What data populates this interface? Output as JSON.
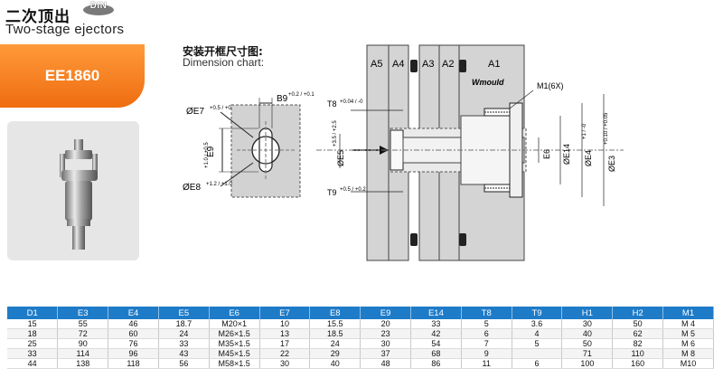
{
  "header": {
    "title_cn": "二次顶出",
    "badge": "DIN",
    "title_en": "Two-stage ejectors",
    "model": "EE1860"
  },
  "dimension_chart": {
    "title_cn": "安装开框尺寸图:",
    "title_en": "Dimension chart:",
    "labels": {
      "e7": "ØE7",
      "e7_tol": "+0.5 / +0",
      "b9": "B9",
      "b9_tol": "+0.2 / +0.1",
      "e9": "E9",
      "e9_tol": "+1.0 / +0.5",
      "e8": "ØE8",
      "e8_tol": "+1.2 / +1.0"
    }
  },
  "assembly": {
    "plates": [
      "A5",
      "A4",
      "A3",
      "A2",
      "A1"
    ],
    "brand": "Wmould",
    "m1": "M1(6X)",
    "t8": "T8",
    "t8_tol": "+0.04 / -0",
    "t9": "T9",
    "t9_tol": "+0.5 / +0.2",
    "e5": "ØE5",
    "e5_tol": "+3.5 / +2.5",
    "e6": "E6",
    "e14": "ØE14",
    "e4": "ØE4",
    "e4_tol": "+1 / -0",
    "e3": "ØE3",
    "e3_tol": "+0.10 / +0.05"
  },
  "table": {
    "headers": [
      "D1",
      "E3",
      "E4",
      "E5",
      "E6",
      "E7",
      "E8",
      "E9",
      "E14",
      "T8",
      "T9",
      "H1",
      "H2",
      "M1"
    ],
    "rows": [
      [
        "15",
        "55",
        "46",
        "18.7",
        "M20×1",
        "10",
        "15.5",
        "20",
        "33",
        "5",
        "3.6",
        "30",
        "50",
        "M 4"
      ],
      [
        "18",
        "72",
        "60",
        "24",
        "M26×1.5",
        "13",
        "18.5",
        "23",
        "42",
        "6",
        "4",
        "40",
        "62",
        "M 5"
      ],
      [
        "25",
        "90",
        "76",
        "33",
        "M35×1.5",
        "17",
        "24",
        "30",
        "54",
        "7",
        "5",
        "50",
        "82",
        "M 6"
      ],
      [
        "33",
        "114",
        "96",
        "43",
        "M45×1.5",
        "22",
        "29",
        "37",
        "68",
        "9",
        "",
        "71",
        "110",
        "M 8"
      ],
      [
        "44",
        "138",
        "118",
        "56",
        "M58×1.5",
        "30",
        "40",
        "48",
        "86",
        "11",
        "6",
        "100",
        "160",
        "M10"
      ]
    ]
  }
}
